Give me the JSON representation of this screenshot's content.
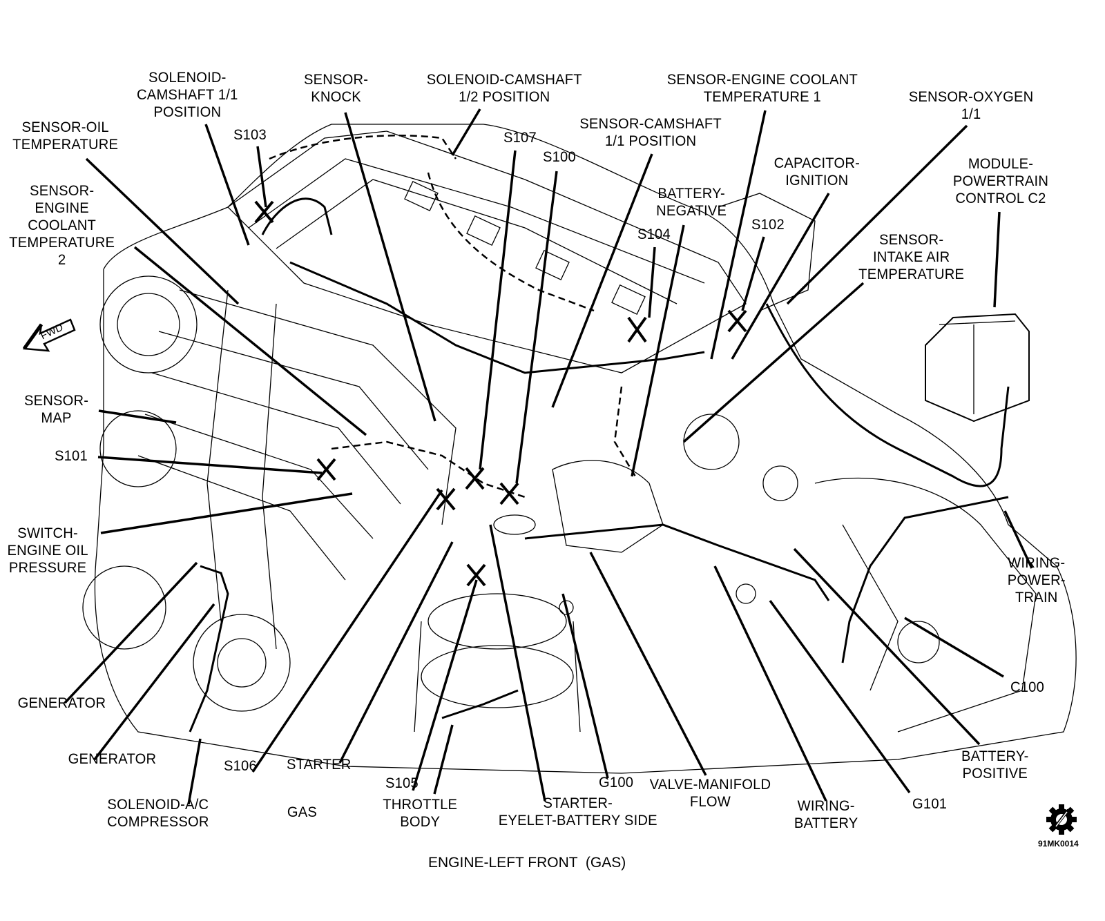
{
  "diagram": {
    "title": "ENGINE-LEFT FRONT  (GAS)",
    "figure_code": "91MK0014",
    "direction_indicator": "FWD",
    "variant_label": "GAS",
    "labels": {
      "sol_cam11": "SOLENOID-\nCAMSHAFT 1/1\nPOSITION",
      "sensor_knock": "SENSOR-\nKNOCK",
      "sol_cam12": "SOLENOID-CAMSHAFT\n1/2 POSITION",
      "sensor_ect1": "SENSOR-ENGINE COOLANT\nTEMPERATURE 1",
      "sensor_o2": "SENSOR-OXYGEN\n1/1",
      "sensor_oil_temp": "SENSOR-OIL\nTEMPERATURE",
      "s103": "S103",
      "s107": "S107",
      "sensor_cam11": "SENSOR-CAMSHAFT\n1/1 POSITION",
      "s100": "S100",
      "capacitor_ignition": "CAPACITOR-\nIGNITION",
      "module_pcm": "MODULE-\nPOWERTRAIN\nCONTROL C2",
      "sensor_ect2": "SENSOR-\nENGINE\nCOOLANT\nTEMPERATURE\n2",
      "battery_negative": "BATTERY-\nNEGATIVE",
      "s104": "S104",
      "s102": "S102",
      "sensor_iat": "SENSOR-\nINTAKE AIR\nTEMPERATURE",
      "sensor_map": "SENSOR-\nMAP",
      "s101": "S101",
      "switch_oil_pressure": "SWITCH-\nENGINE OIL\nPRESSURE",
      "wiring_powertrain": "WIRING-\nPOWER-\nTRAIN",
      "c100": "C100",
      "generator_1": "GENERATOR",
      "generator_2": "GENERATOR",
      "battery_positive": "BATTERY-\nPOSITIVE",
      "s106": "S106",
      "starter": "STARTER",
      "s105": "S105",
      "g100": "G100",
      "valve_manifold_flow": "VALVE-MANIFOLD\nFLOW",
      "g101": "G101",
      "sol_ac_compressor": "SOLENOID-A/C\nCOMPRESSOR",
      "throttle_body": "THROTTLE\nBODY",
      "starter_eyelet": "STARTER-\nEYELET-BATTERY SIDE",
      "wiring_battery": "WIRING-\nBATTERY"
    }
  }
}
